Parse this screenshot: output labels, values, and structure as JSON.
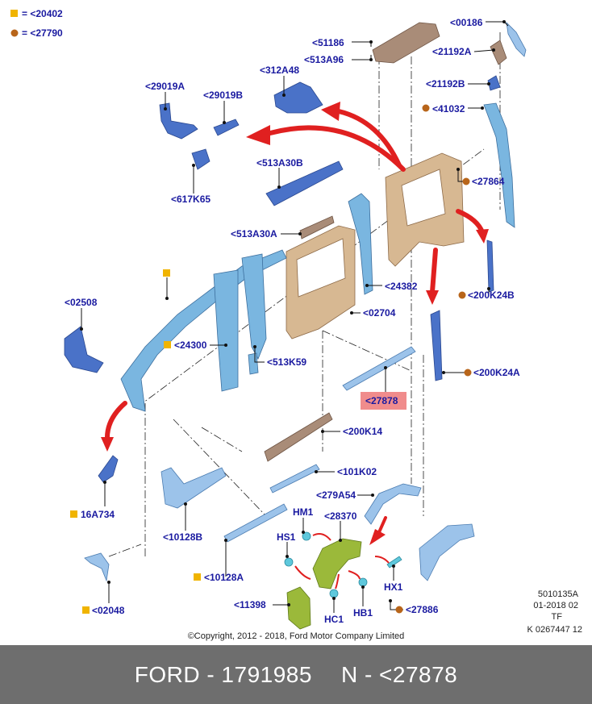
{
  "legend": [
    {
      "marker": "square",
      "color": "#f0b400",
      "text": "= <20402"
    },
    {
      "marker": "circle",
      "color": "#b8651a",
      "text": "= <27790"
    }
  ],
  "labels": {
    "00186": "<00186",
    "21192A": "<21192A",
    "51186": "<51186",
    "513A96": "<513A96",
    "312A48": "<312A48",
    "29019A": "<29019A",
    "29019B": "<29019B",
    "21192B": "<21192B",
    "41032": "<41032",
    "617K65": "<617K65",
    "513A30B": "<513A30B",
    "27864": "<27864",
    "513A30A": "<513A30A",
    "24382": "<24382",
    "200K24B": "<200K24B",
    "02508": "<02508",
    "02704": "<02704",
    "24300": "<24300",
    "513K59": "<513K59",
    "200K24A": "<200K24A",
    "27878": "<27878",
    "200K14": "<200K14",
    "16A734": "16A734",
    "101K02": "<101K02",
    "279A54": "<279A54",
    "HM1": "HM1",
    "28370": "<28370",
    "10128B": "<10128B",
    "HS1": "HS1",
    "10128A": "<10128A",
    "HX1": "HX1",
    "11398": "<11398",
    "HB1": "HB1",
    "HC1": "HC1",
    "02048": "<02048",
    "27886": "<27886"
  },
  "doc_info": {
    "line1": "5010135A",
    "line2": "01-2018 02",
    "line3": "TF",
    "line4": "K 0267447 12"
  },
  "copyright": "©Copyright, 2012 - 2018, Ford Motor Company Limited",
  "footer": {
    "part": "FORD - 1791985",
    "ref": "N - <27878"
  },
  "colors": {
    "highlight": "#f08c8c",
    "label_text": "#1a1aa0",
    "arrow": "#e02020",
    "footer_bg": "#6e6e6e"
  }
}
